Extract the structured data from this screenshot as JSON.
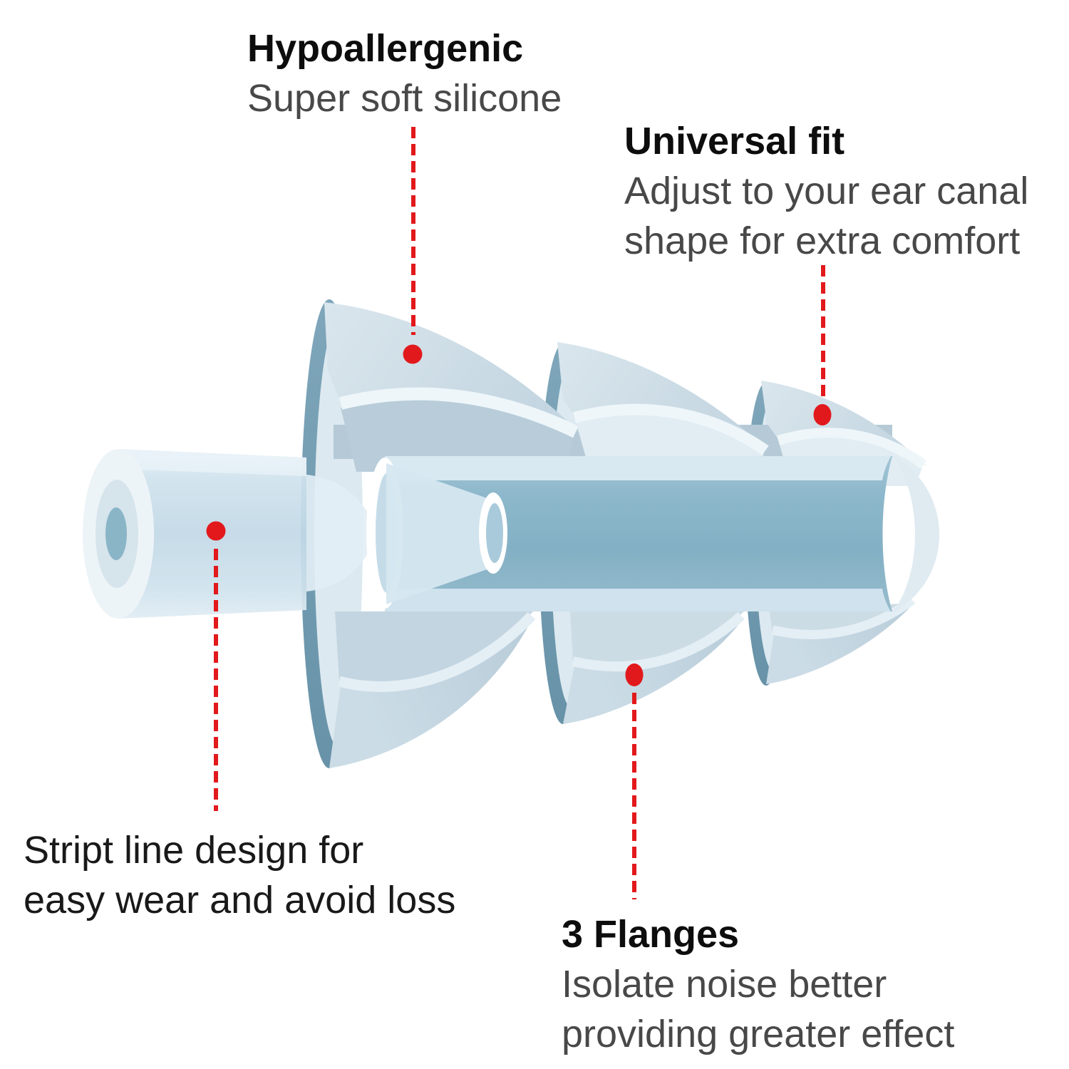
{
  "page": {
    "background": "#ffffff"
  },
  "colors": {
    "page_bg": "#ffffff",
    "accent_red": "#e2191c",
    "title_text": "#0d0d0d",
    "body_text": "#484848",
    "note_text": "#191919"
  },
  "illustration": {
    "subject": "cutaway drawing of a 3-flange soft silicone earplug",
    "flange_count": 3,
    "palette": {
      "flange_outer": "#cfdde7",
      "flange_interior": "#e1ecf3",
      "interior_slab": "#b5cad6",
      "rim_dark": "#6e9bb0",
      "core_tube": "#86b3c8",
      "stem": "#cfe3ee",
      "highlight_band": "#eef6fa"
    }
  },
  "annotations": [
    {
      "id": "hypoallergenic",
      "title": "Hypoallergenic",
      "lines": [
        "Super soft silicone"
      ]
    },
    {
      "id": "universal-fit",
      "title": "Universal fit",
      "lines": [
        "Adjust to your ear canal",
        "shape for extra comfort"
      ]
    },
    {
      "id": "strip-line",
      "title": null,
      "lines": [
        "Stript line design for",
        "easy wear and avoid loss"
      ]
    },
    {
      "id": "three-flanges",
      "title": "3 Flanges",
      "lines": [
        "Isolate noise better",
        "providing greater effect"
      ]
    }
  ]
}
